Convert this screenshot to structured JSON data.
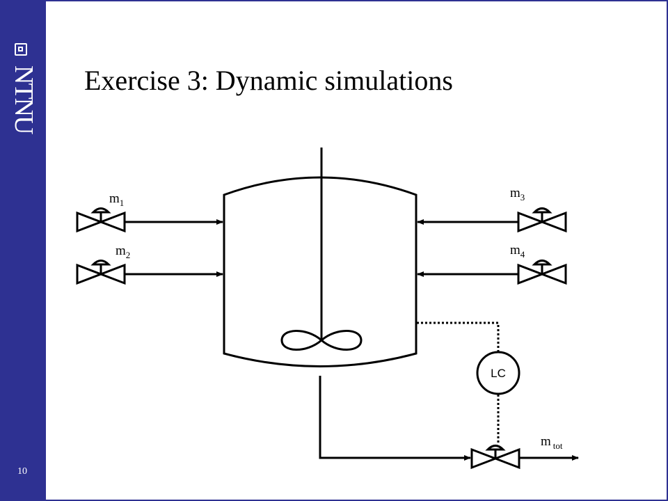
{
  "slide": {
    "title": "Exercise 3: Dynamic simulations",
    "page_number": "10"
  },
  "branding": {
    "logo_text": "NTNU",
    "sidebar_color": "#2e3192"
  },
  "diagram": {
    "controller_label": "LC",
    "streams": {
      "m1": {
        "main": "m",
        "sub": "1"
      },
      "m2": {
        "main": "m",
        "sub": "2"
      },
      "m3": {
        "main": "m",
        "sub": "3"
      },
      "m4": {
        "main": "m",
        "sub": "4"
      },
      "mtot": {
        "main": "m",
        "sub": "tot"
      }
    }
  }
}
